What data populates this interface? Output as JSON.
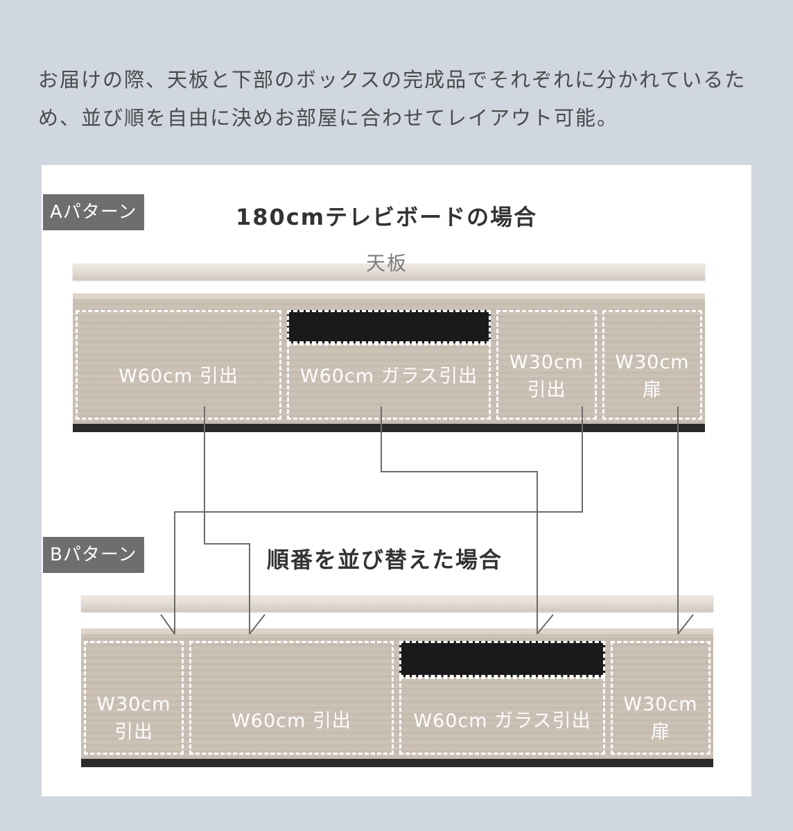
{
  "intro_text": "お届けの際、天板と下部のボックスの完成品でそれぞれに分かれているため、並び順を自由に決めお部屋に合わせてレイアウト可能。",
  "pattern_a": {
    "tag": "Aパターン",
    "title": "180cmテレビボードの場合",
    "top_label": "天板",
    "units": [
      {
        "label": "W60cm 引出",
        "type": "drawer"
      },
      {
        "label": "W60cm ガラス引出",
        "type": "glass"
      },
      {
        "label": "W30cm\n引出",
        "type": "drawer"
      },
      {
        "label": "W30cm\n扉",
        "type": "door"
      }
    ]
  },
  "pattern_b": {
    "tag": "Bパターン",
    "title": "順番を並び替えた場合",
    "units": [
      {
        "label": "W30cm\n引出",
        "type": "drawer"
      },
      {
        "label": "W60cm 引出",
        "type": "drawer"
      },
      {
        "label": "W60cm ガラス引出",
        "type": "glass"
      },
      {
        "label": "W30cm\n扉",
        "type": "door"
      }
    ]
  },
  "colors": {
    "background": "#d0d7e0",
    "panel": "#ffffff",
    "tag": "#6e6e6e",
    "wood": "#c9bfb3",
    "base": "#2a2a2a",
    "connector": "#6b6b6b"
  }
}
